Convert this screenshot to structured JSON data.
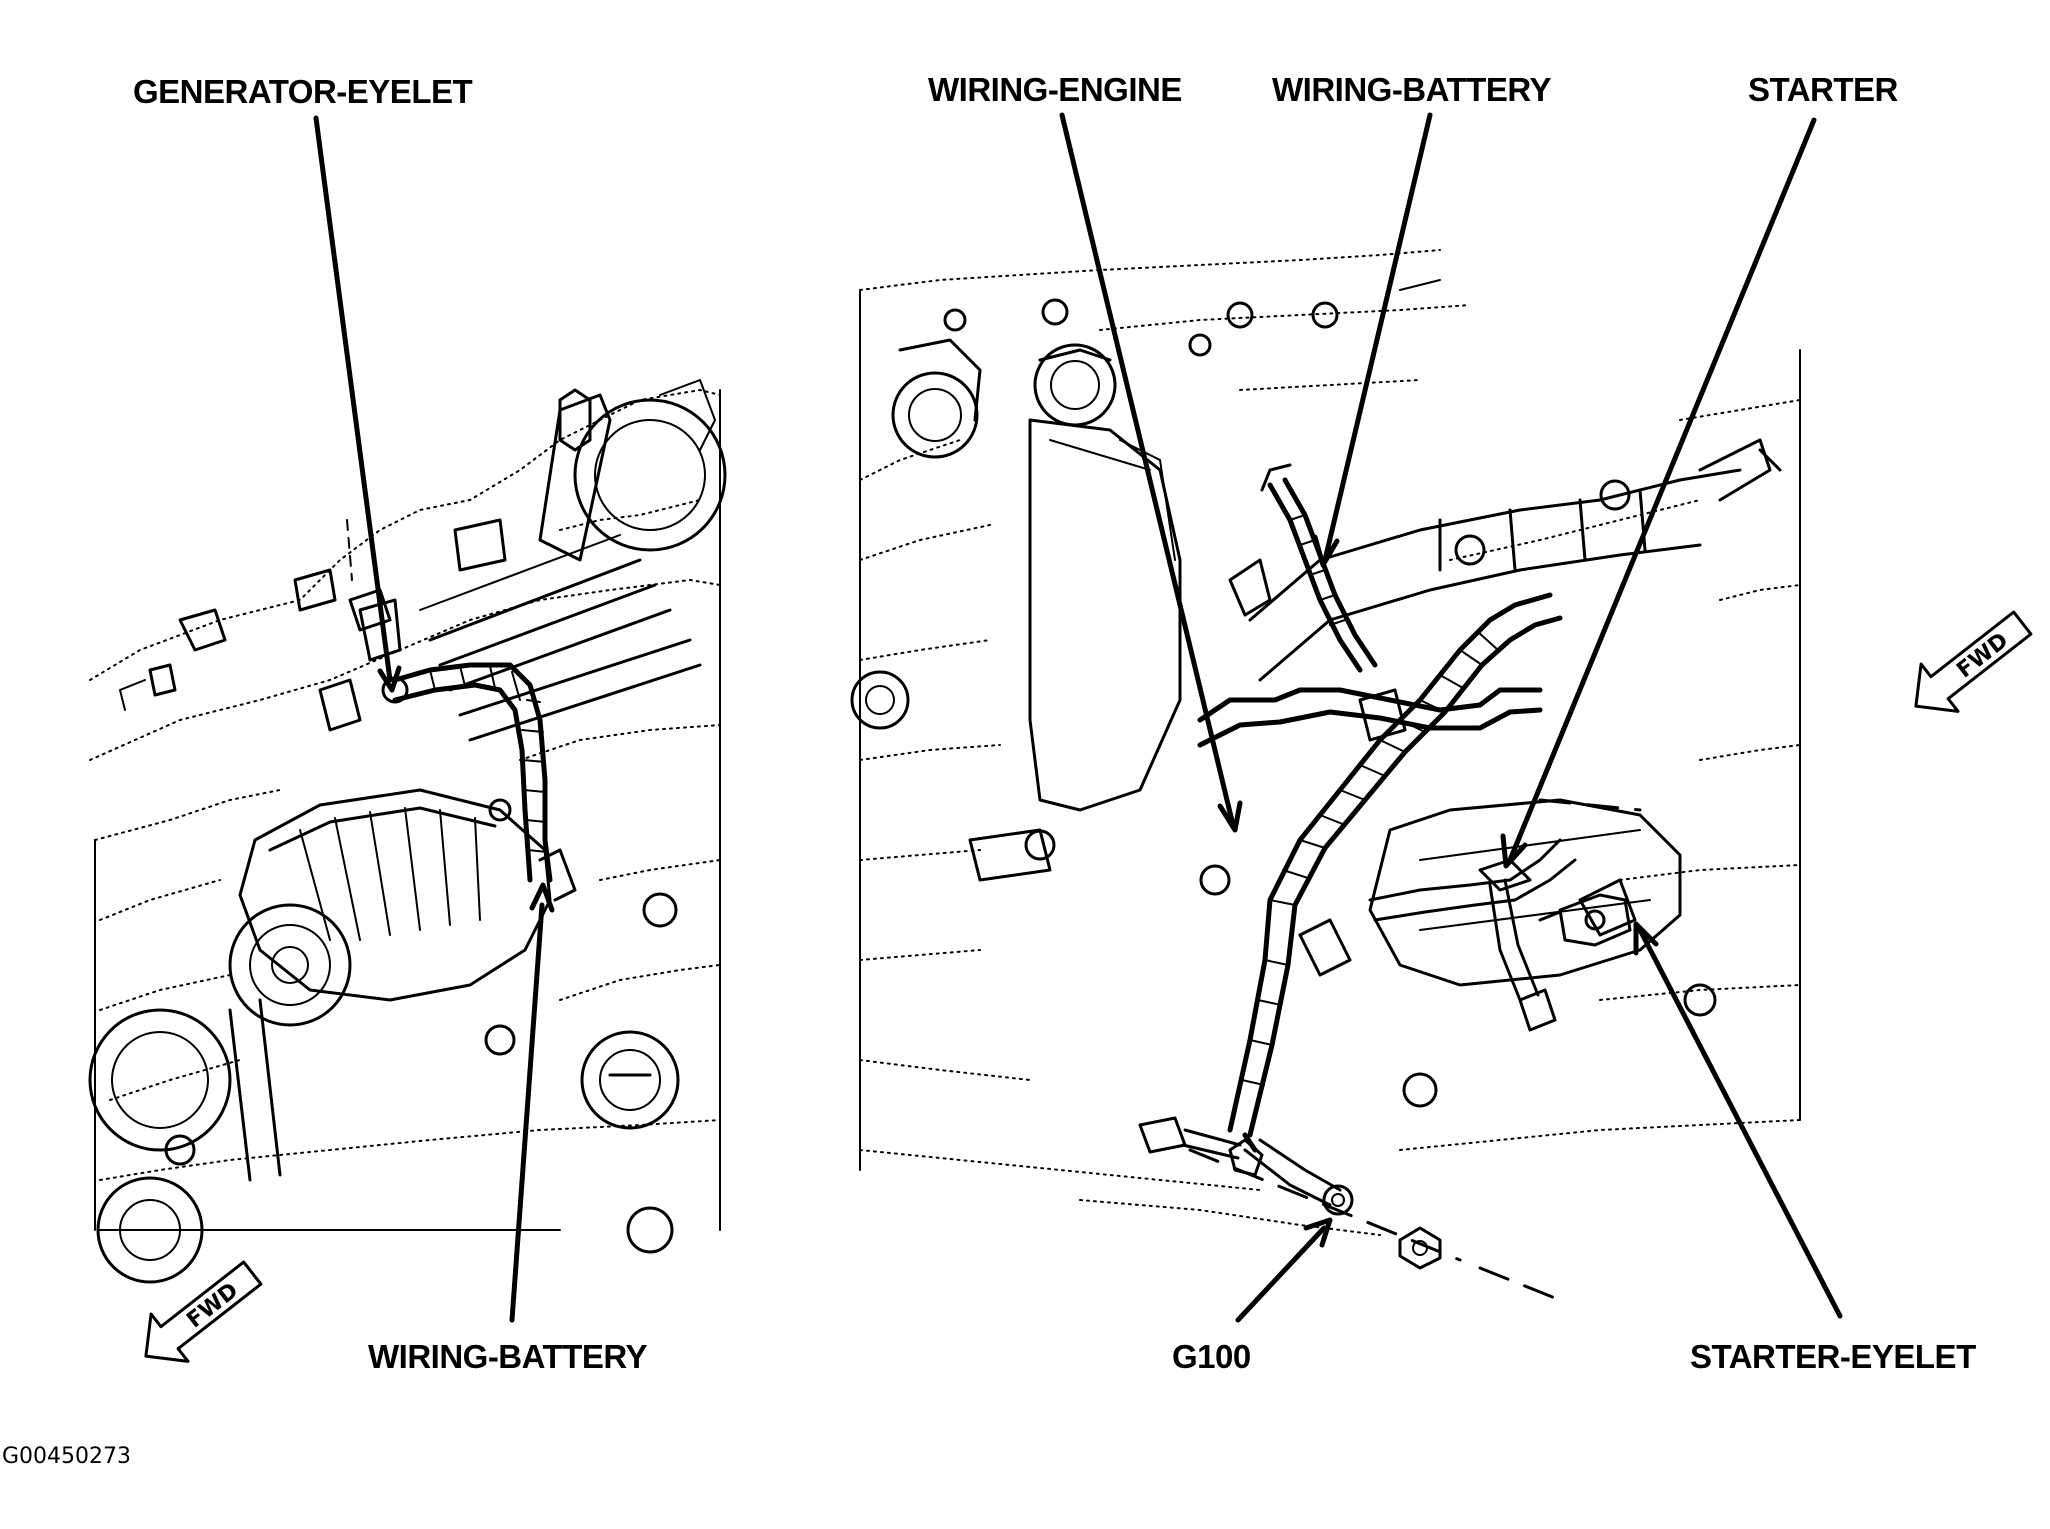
{
  "labels": {
    "generator_eyelet": "GENERATOR-EYELET",
    "wiring_battery_left": "WIRING-BATTERY",
    "wiring_engine": "WIRING-ENGINE",
    "wiring_battery_right": "WIRING-BATTERY",
    "starter": "STARTER",
    "g100": "G100",
    "starter_eyelet": "STARTER-EYELET"
  },
  "fwd_arrows": {
    "left": "FWD",
    "right": "FWD"
  },
  "figure_id": "G00450273"
}
